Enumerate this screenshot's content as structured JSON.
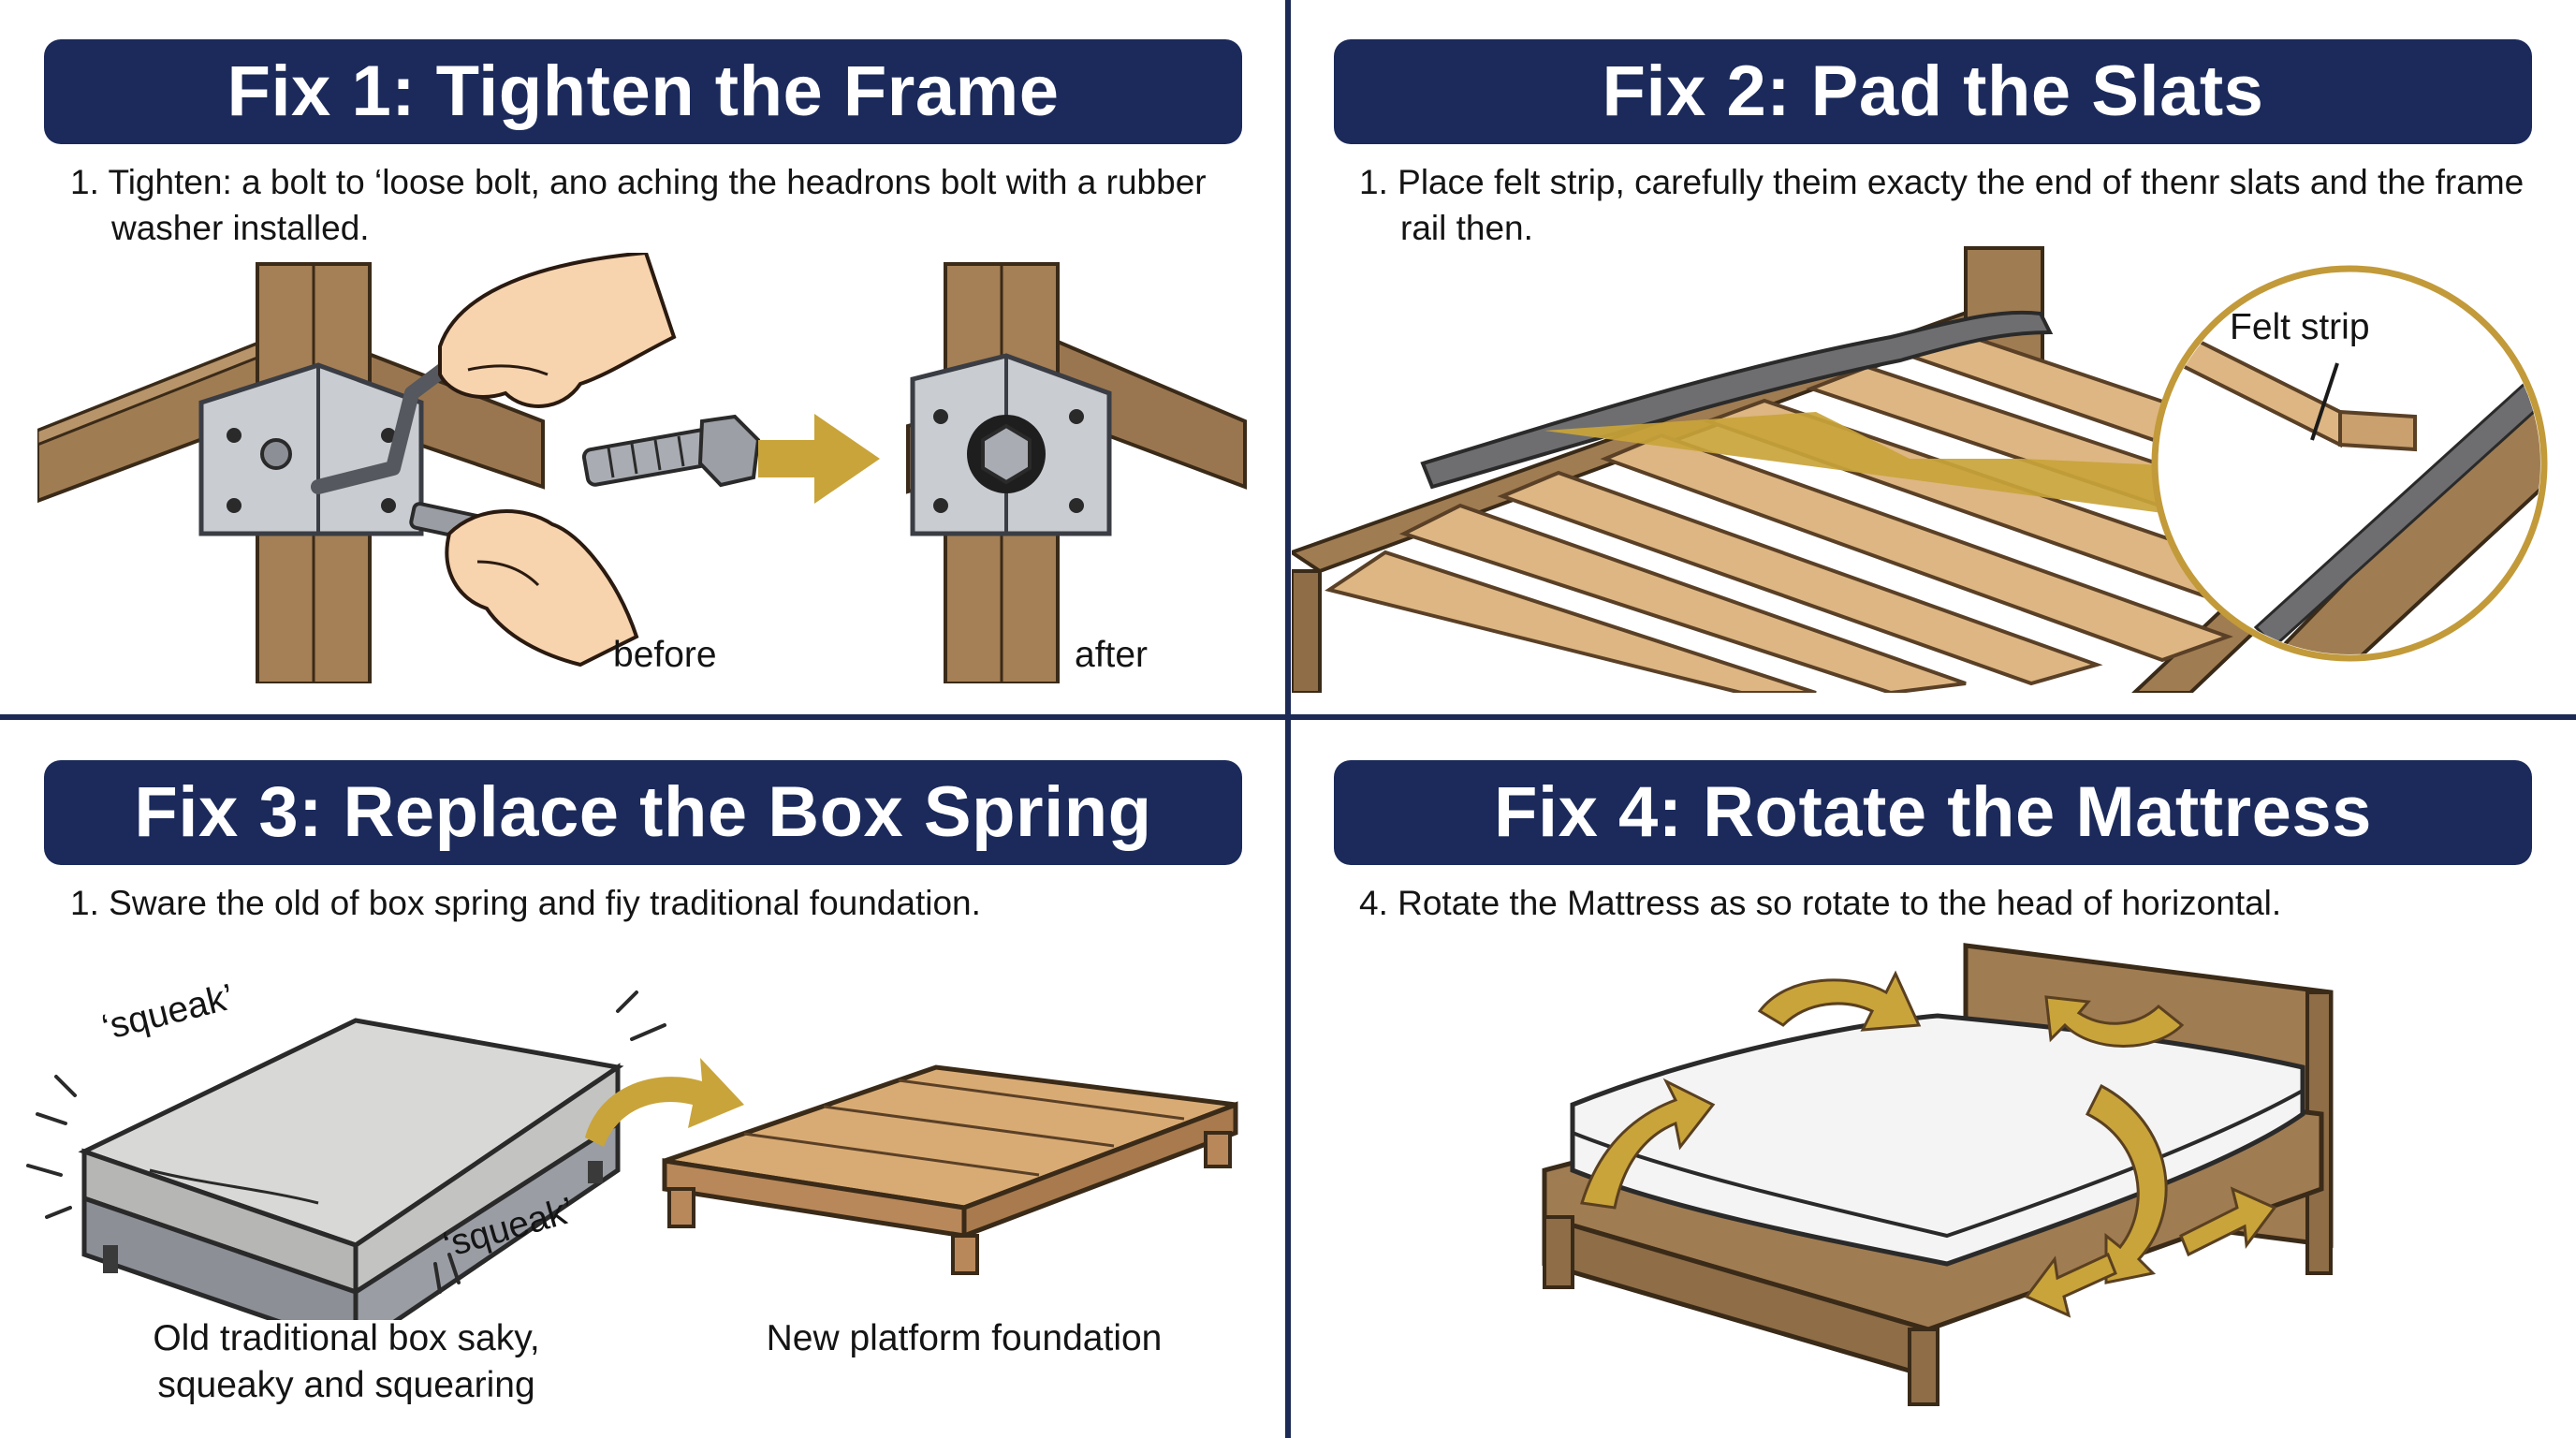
{
  "panels": [
    {
      "title": "Fix 1: Tighten the Frame",
      "step": "1. Tighten: a bolt to ‘loose bolt, ano aching the headrons bolt with a rubber washer installed.",
      "labels": {
        "before": "before",
        "after": "after"
      }
    },
    {
      "title": "Fix 2: Pad the Slats",
      "step": "1. Place felt strip, carefully theim exacty the end of thenr slats and the frame rail then.",
      "labels": {
        "felt": "Felt strip"
      }
    },
    {
      "title": "Fix 3: Replace the Box Spring",
      "step": "1. Sware the old of box spring and fiy traditional foundation.",
      "labels": {
        "squeak_top": "‘squeak’",
        "squeak_bottom": "‘squeak’",
        "old_caption": "Old traditional box saky, squeaky and squearing",
        "new_caption": "New platform foundation"
      }
    },
    {
      "title": "Fix 4: Rotate the Mattress",
      "step": "4. Rotate the Mattress as so rotate to the head of horizontal."
    }
  ],
  "colors": {
    "banner": "#1b2a5a",
    "divider": "#1c2a55",
    "wood": "#a07c52",
    "slat": "#ddb683",
    "arrow": "#c9a43a",
    "steel": "#c9ccd1"
  }
}
